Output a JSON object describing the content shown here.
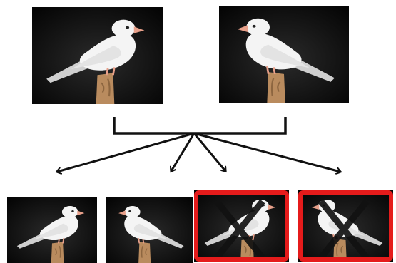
{
  "diagram": {
    "parents": [
      {
        "id": "parent-left",
        "facing": "right",
        "rejected": false
      },
      {
        "id": "parent-right",
        "facing": "left",
        "rejected": false
      }
    ],
    "offspring": [
      {
        "id": "offspring-1",
        "facing": "right",
        "rejected": false
      },
      {
        "id": "offspring-2",
        "facing": "left",
        "rejected": false
      },
      {
        "id": "offspring-3",
        "facing": "right",
        "rejected": true
      },
      {
        "id": "offspring-4",
        "facing": "left",
        "rejected": true
      }
    ],
    "colors": {
      "background": "#ffffff",
      "photo_background": "#0b0b0b",
      "bird": "#f4f4f4",
      "bird_shadow": "#cfcfcf",
      "beak": "#e8a08a",
      "perch": "#b98b5e",
      "perch_dark": "#8d6640",
      "connector": "#111111",
      "reject_frame": "#e51b1b",
      "reject_mark": "#111111"
    }
  }
}
